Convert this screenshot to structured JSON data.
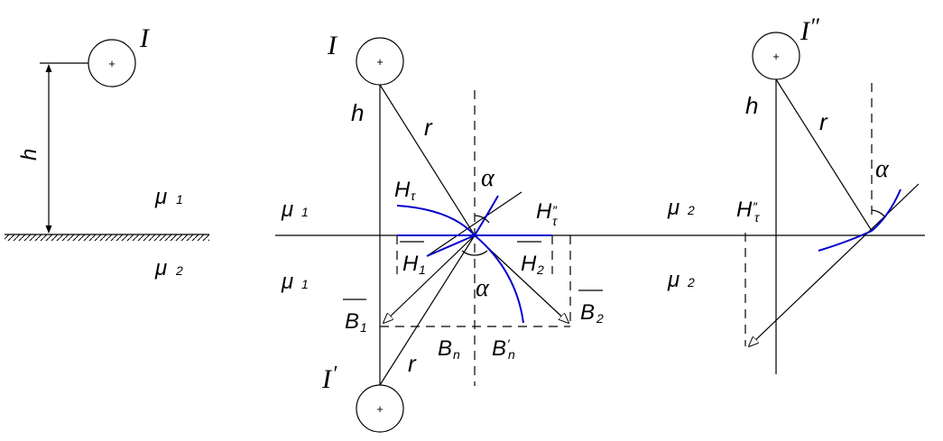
{
  "labels": {
    "current_I": "I",
    "current_I_prime": "I'",
    "current_I_double_prime": "I''",
    "plus_sign": "+",
    "h": "h",
    "r": "r",
    "alpha": "α",
    "mu": "μ",
    "mu1_sub": "1",
    "mu2_sub": "2",
    "H": "H",
    "B": "B",
    "tau": "τ",
    "sub1": "1",
    "sub2": "2",
    "sub_n": "n",
    "prime": "′",
    "double_prime": "″"
  },
  "colors": {
    "line": "#000000",
    "field_line": "#0000cc"
  }
}
